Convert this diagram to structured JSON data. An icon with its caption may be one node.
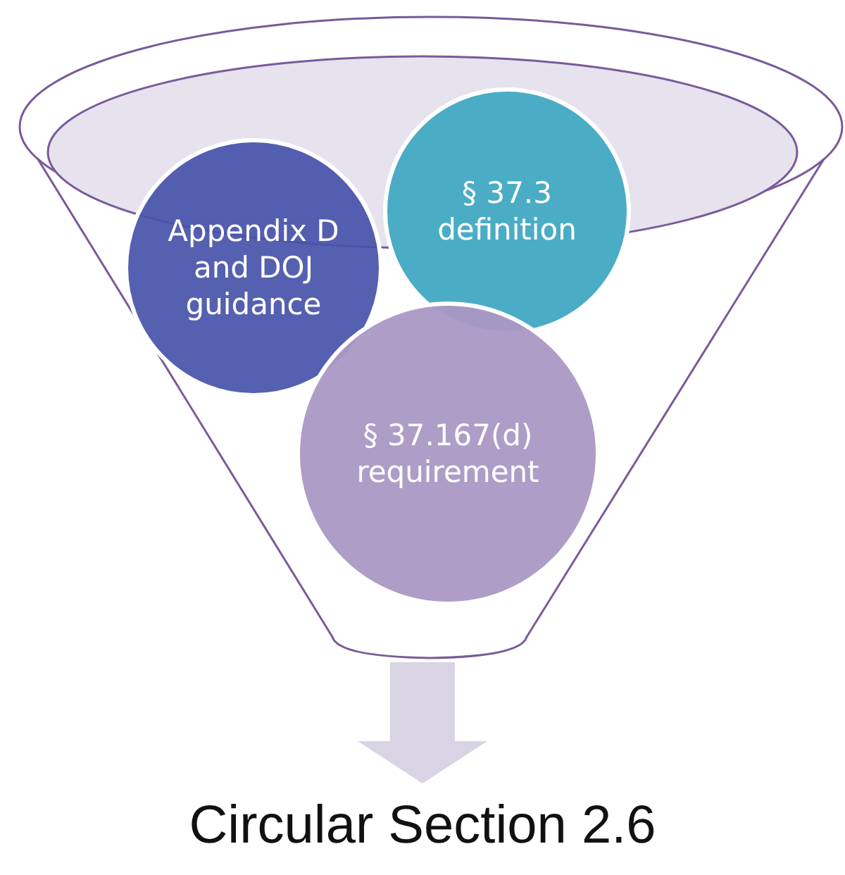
{
  "diagram": {
    "nodes": [
      {
        "text": [],
        "shape": "funnel"
      },
      {
        "text": [
          "Appendix D and DOJ guidance"
        ],
        "in": 0
      },
      {
        "text": [
          "§ 37.3 definition"
        ],
        "in": 0
      },
      {
        "text": [
          "§ 37.167(d) requirement"
        ],
        "in": 0
      },
      {
        "text": [
          "Circular Section 2.6"
        ]
      }
    ],
    "edges": [
      {
        "from": 0,
        "to": 4,
        "arrow": "to"
      }
    ]
  }
}
